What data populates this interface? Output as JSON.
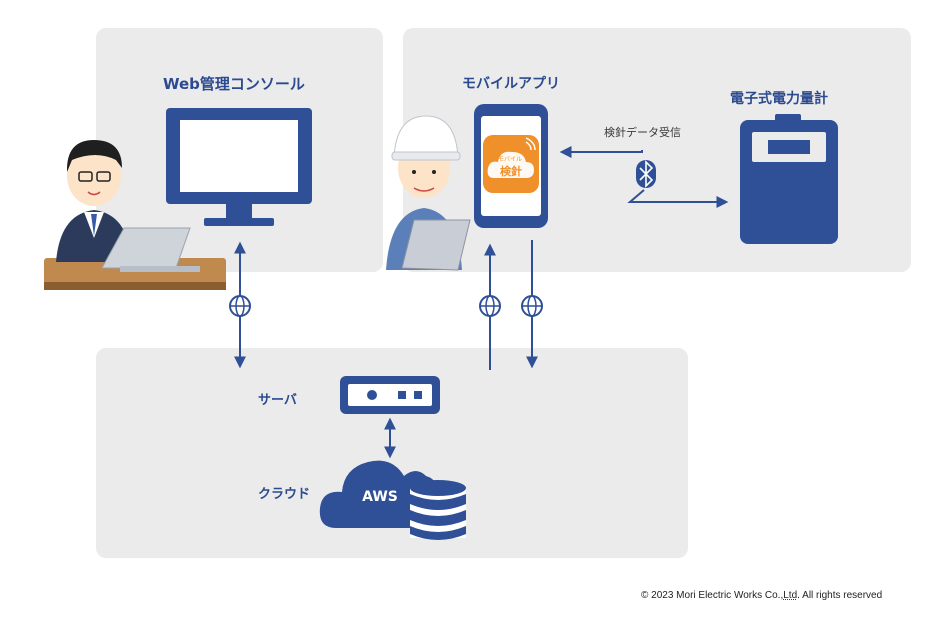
{
  "labels": {
    "web_console": "Web管理コンソール",
    "mobile_app": "モバイルアプリ",
    "meter": "電子式電力量計",
    "meter_reading": "検針データ受信",
    "server": "サーバ",
    "cloud": "クラウド"
  },
  "app_icon": {
    "small_text": "モバイル",
    "main_text": "検針"
  },
  "aws_text": "AWS",
  "copyright": {
    "prefix": "© 2023 Mori Electric Works Co.,",
    "ltd": "Ltd",
    "suffix": ". All rights reserved"
  },
  "colors": {
    "panel": "#ebebec",
    "navy": "#2f4f96",
    "orange": "#f0902a"
  }
}
